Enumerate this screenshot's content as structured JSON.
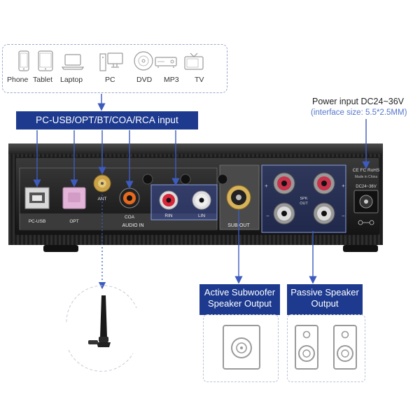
{
  "devices": [
    {
      "label": "Phone",
      "icon": "phone-icon"
    },
    {
      "label": "Tablet",
      "icon": "tablet-icon"
    },
    {
      "label": "Laptop",
      "icon": "laptop-icon"
    },
    {
      "label": "PC",
      "icon": "pc-icon"
    },
    {
      "label": "DVD",
      "icon": "dvd-icon"
    },
    {
      "label": "MP3",
      "icon": "mp3-icon"
    },
    {
      "label": "TV",
      "icon": "tv-icon"
    }
  ],
  "input_banner": "PC-USB/OPT/BT/COA/RCA input",
  "power": {
    "title": "Power input DC24~36V",
    "interface": "(interface size: 5.5*2.5MM)"
  },
  "panel": {
    "ports": {
      "usb": "PC-USB",
      "opt": "OPT",
      "ant": "ANT",
      "coa": "COA",
      "rin": "RIN",
      "lin": "LIN",
      "audio_in": "AUDIO IN",
      "sub_out": "SUB-OUT",
      "spk_out_1": "SPK",
      "spk_out_2": "OUT",
      "dc": "DC24~36V"
    },
    "certs": "CE FC RoHS",
    "made_in": "Made in China"
  },
  "outputs": {
    "subwoofer": {
      "line1": "Active Subwoofer",
      "line2": "Speaker Output"
    },
    "passive": {
      "line1": "Passive Speaker",
      "line2": "Output"
    }
  },
  "colors": {
    "accent": "#1d3a8f",
    "arrow": "#3d5bbf",
    "panel": "#1e1e1e"
  }
}
